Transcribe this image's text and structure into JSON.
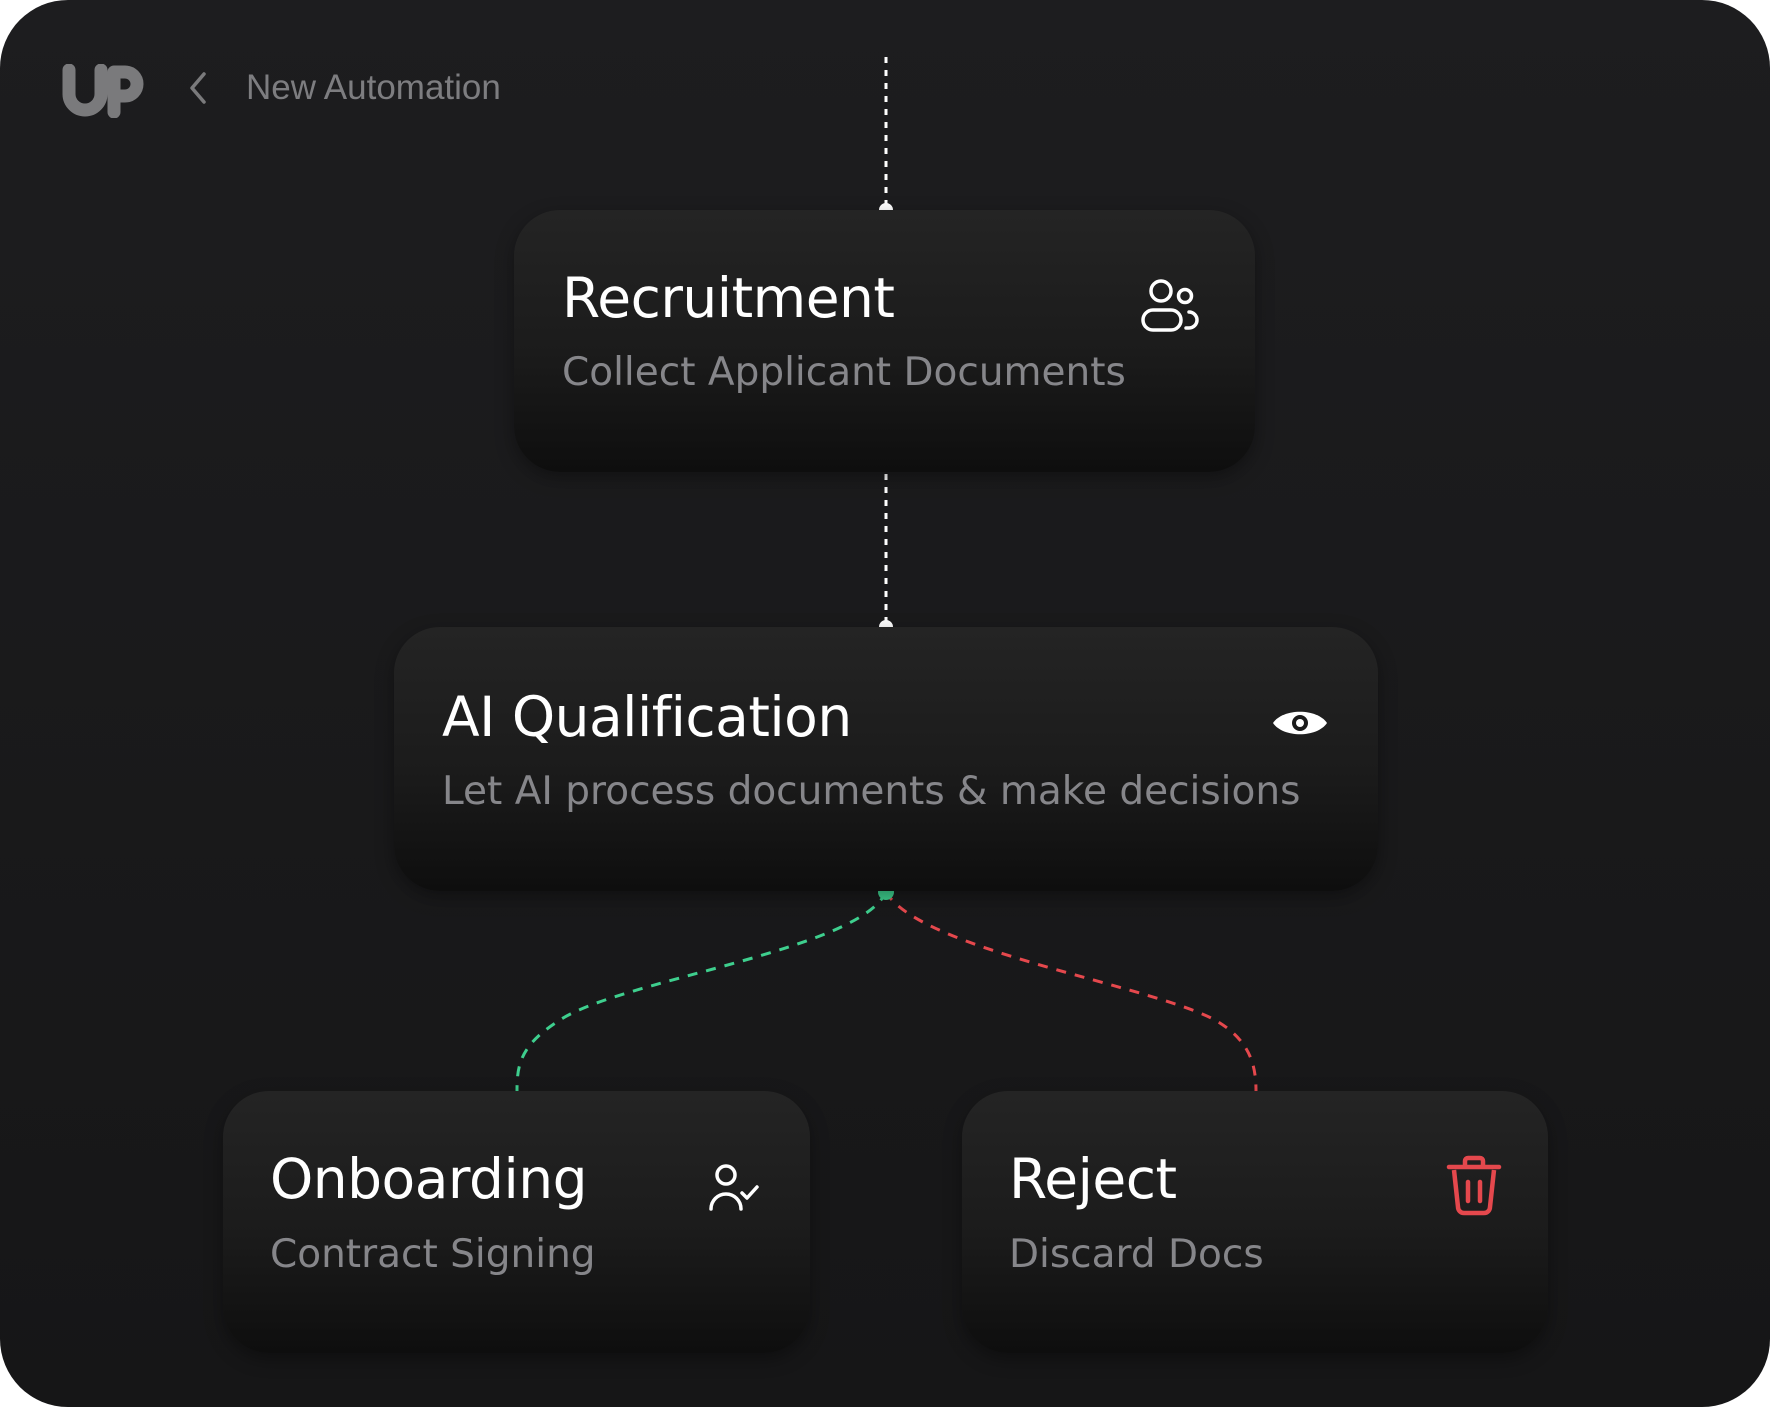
{
  "header": {
    "logo_text": "UP",
    "back_icon": "chevron-left-icon",
    "title": "New Automation"
  },
  "nodes": [
    {
      "id": "recruitment",
      "title": "Recruitment",
      "subtitle": "Collect Applicant Documents",
      "icon": "users-icon"
    },
    {
      "id": "ai-qualification",
      "title": "AI Qualification",
      "subtitle": "Let AI process documents & make decisions",
      "icon": "eye-icon"
    },
    {
      "id": "onboarding",
      "title": "Onboarding",
      "subtitle": "Contract Signing",
      "icon": "user-check-icon"
    },
    {
      "id": "reject",
      "title": "Reject",
      "subtitle": "Discard Docs",
      "icon": "trash-icon"
    }
  ],
  "colors": {
    "background": "#1c1c1e",
    "accept_branch": "#3ecf8e",
    "reject_branch": "#e5484d",
    "title": "#ffffff",
    "subtitle": "#86868a"
  }
}
